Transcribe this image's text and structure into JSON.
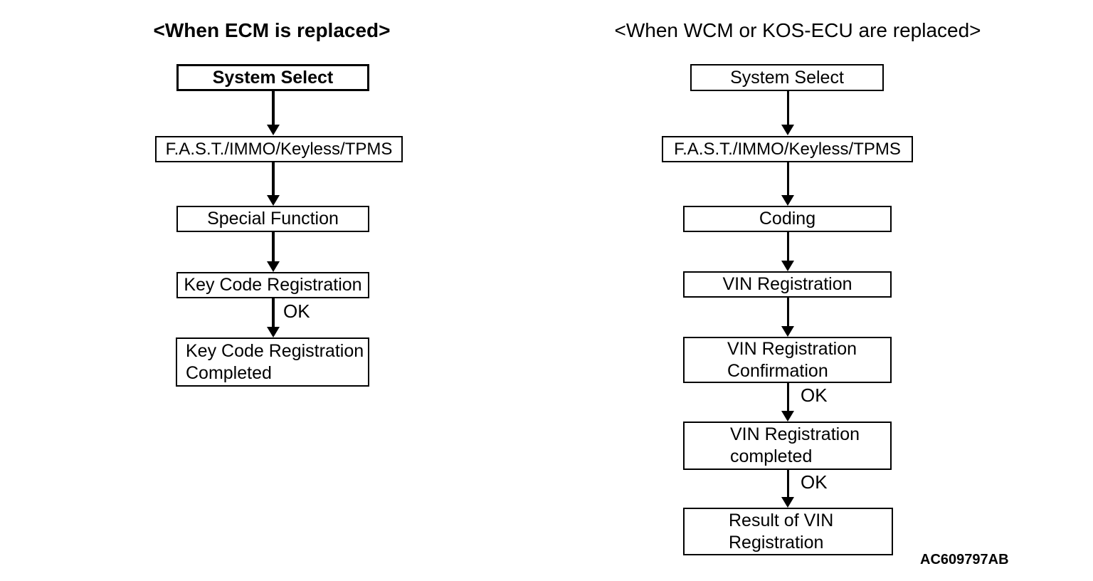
{
  "left_flow": {
    "title": "<When ECM is replaced>",
    "ok_label": "OK",
    "steps": [
      "System Select",
      "F.A.S.T./IMMO/Keyless/TPMS",
      "Special Function",
      "Key Code Registration",
      "Key Code Registration\nCompleted"
    ]
  },
  "right_flow": {
    "title": "<When WCM or KOS-ECU are replaced>",
    "ok_labels": [
      "OK",
      "OK"
    ],
    "steps": [
      "System Select",
      "F.A.S.T./IMMO/Keyless/TPMS",
      "Coding",
      "VIN Registration",
      "VIN Registration\nConfirmation",
      "VIN Registration\ncompleted",
      "Result of VIN\nRegistration"
    ]
  },
  "figure": {
    "code": "AC609797AB"
  },
  "colors": {
    "ink": "#000000",
    "background": "#ffffff"
  }
}
